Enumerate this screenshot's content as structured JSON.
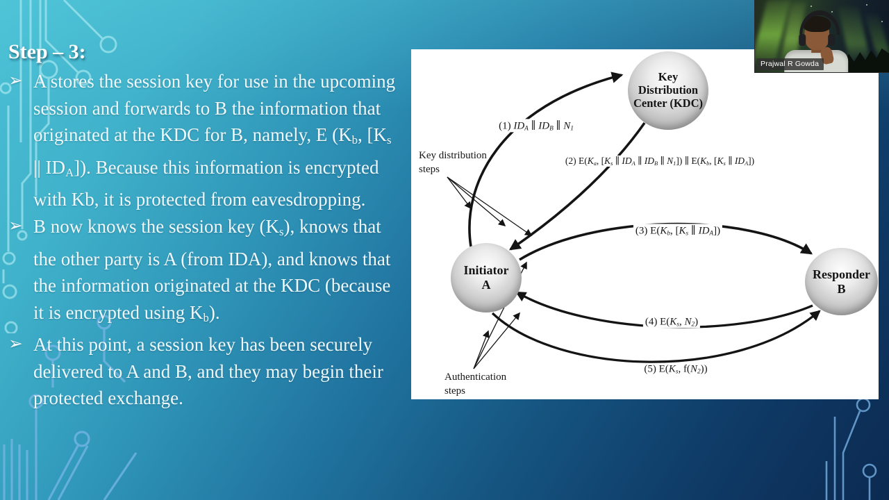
{
  "slide": {
    "heading": "Step – 3:",
    "bullet_marker": "➢",
    "bullets": [
      {
        "segments": [
          {
            "t": "A stores the session key for use in the upcoming session and forwards to B the information that originated at the KDC for B, namely, E (K"
          },
          {
            "t": "b",
            "sub": true
          },
          {
            "t": ", [K"
          },
          {
            "t": "s",
            "sub": true
          },
          {
            "t": " || ID"
          },
          {
            "t": "A",
            "sub": true
          },
          {
            "t": "]). Because this information is encrypted with Kb, it is protected from eavesdropping."
          }
        ]
      },
      {
        "segments": [
          {
            "t": "B now knows the session key (K"
          },
          {
            "t": "s",
            "sub": true
          },
          {
            "t": "), knows that the other party is A (from IDA), and knows that the information originated at the KDC (because it is encrypted using K"
          },
          {
            "t": "b",
            "sub": true
          },
          {
            "t": ")."
          }
        ]
      },
      {
        "segments": [
          {
            "t": "At this point, a session key has been securely delivered to A and B, and they may begin their protected exchange."
          }
        ]
      }
    ]
  },
  "diagram": {
    "nodes": {
      "kdc": {
        "lines": [
          "Key",
          "Distribution",
          "Center (KDC)"
        ]
      },
      "initiator": {
        "lines": [
          "Initiator",
          "A"
        ]
      },
      "responder": {
        "lines": [
          "Responder",
          "B"
        ]
      }
    },
    "messages": [
      {
        "id": "msg1",
        "segments": [
          {
            "t": "(1) "
          },
          {
            "t": "ID",
            "it": true
          },
          {
            "t": "A",
            "it": true,
            "sub": true
          },
          {
            "t": " ∥ "
          },
          {
            "t": "ID",
            "it": true
          },
          {
            "t": "B",
            "it": true,
            "sub": true
          },
          {
            "t": " ∥ "
          },
          {
            "t": "N",
            "it": true
          },
          {
            "t": "1",
            "it": true,
            "sub": true
          }
        ]
      },
      {
        "id": "msg2",
        "segments": [
          {
            "t": "(2) E("
          },
          {
            "t": "K",
            "it": true
          },
          {
            "t": "a",
            "it": true,
            "sub": true
          },
          {
            "t": ", ["
          },
          {
            "t": "K",
            "it": true
          },
          {
            "t": "s",
            "it": true,
            "sub": true
          },
          {
            "t": " ∥ "
          },
          {
            "t": "ID",
            "it": true
          },
          {
            "t": "A",
            "it": true,
            "sub": true
          },
          {
            "t": " ∥ "
          },
          {
            "t": "ID",
            "it": true
          },
          {
            "t": "B",
            "it": true,
            "sub": true
          },
          {
            "t": " ∥ "
          },
          {
            "t": "N",
            "it": true
          },
          {
            "t": "1",
            "it": true,
            "sub": true
          },
          {
            "t": "]) ∥ E("
          },
          {
            "t": "K",
            "it": true
          },
          {
            "t": "b",
            "it": true,
            "sub": true
          },
          {
            "t": ", ["
          },
          {
            "t": "K",
            "it": true
          },
          {
            "t": "s",
            "it": true,
            "sub": true
          },
          {
            "t": " ∥ "
          },
          {
            "t": "ID",
            "it": true
          },
          {
            "t": "A",
            "it": true,
            "sub": true
          },
          {
            "t": "])"
          }
        ]
      },
      {
        "id": "msg3",
        "segments": [
          {
            "t": "(3) E("
          },
          {
            "t": "K",
            "it": true
          },
          {
            "t": "b",
            "it": true,
            "sub": true
          },
          {
            "t": ", ["
          },
          {
            "t": "K",
            "it": true
          },
          {
            "t": "s",
            "it": true,
            "sub": true
          },
          {
            "t": " ∥ "
          },
          {
            "t": "ID",
            "it": true
          },
          {
            "t": "A",
            "it": true,
            "sub": true
          },
          {
            "t": "])"
          }
        ]
      },
      {
        "id": "msg4",
        "segments": [
          {
            "t": "(4) E("
          },
          {
            "t": "K",
            "it": true
          },
          {
            "t": "s",
            "it": true,
            "sub": true
          },
          {
            "t": ", "
          },
          {
            "t": "N",
            "it": true
          },
          {
            "t": "2",
            "it": true,
            "sub": true
          },
          {
            "t": ")"
          }
        ]
      },
      {
        "id": "msg5",
        "segments": [
          {
            "t": "(5) E("
          },
          {
            "t": "K",
            "it": true
          },
          {
            "t": "s",
            "it": true,
            "sub": true
          },
          {
            "t": ", f("
          },
          {
            "t": "N",
            "it": true
          },
          {
            "t": "2",
            "it": true,
            "sub": true
          },
          {
            "t": "))"
          }
        ]
      }
    ],
    "side_labels": {
      "key_distribution": {
        "line1": "Key distribution",
        "line2": "steps"
      },
      "authentication": {
        "line1": "Authentication",
        "line2": "steps"
      }
    }
  },
  "webcam": {
    "participant_name": "Prajwal R Gowda"
  },
  "colors": {
    "slide_teal": "#4abfd4",
    "slide_navy": "#0c2a51",
    "panel_bg": "#ffffff",
    "circuit_cyan": "#b2eef4",
    "circuit_blue": "#6fa8da",
    "diagram_ink": "#141414",
    "aurora_green": "#8dd449",
    "text_light": "#eef8fb"
  }
}
